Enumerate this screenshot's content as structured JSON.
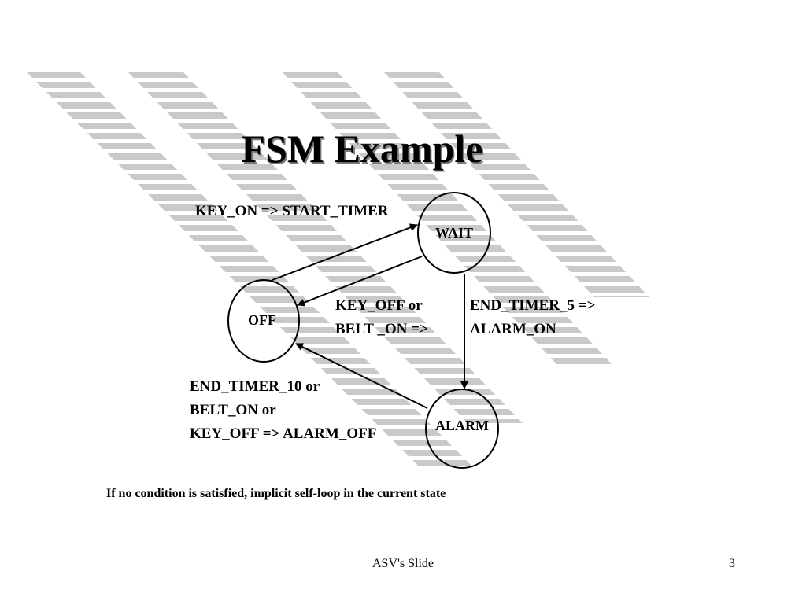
{
  "slide": {
    "title": "FSM Example",
    "note": "If no condition is satisfied, implicit self-loop in the current state",
    "footer_text": "ASV's Slide",
    "page_number": "3"
  },
  "diagram": {
    "states": [
      {
        "id": "wait",
        "label": "WAIT"
      },
      {
        "id": "off",
        "label": "OFF"
      },
      {
        "id": "alarm",
        "label": "ALARM"
      }
    ],
    "transitions": [
      {
        "from": "off",
        "to": "wait",
        "lines": [
          "KEY_ON => START_TIMER"
        ]
      },
      {
        "from": "wait",
        "to": "off",
        "lines": [
          "KEY_OFF or",
          "BELT _ON =>"
        ]
      },
      {
        "from": "wait",
        "to": "alarm",
        "lines": [
          "END_TIMER_5 =>",
          "ALARM_ON"
        ]
      },
      {
        "from": "alarm",
        "to": "off",
        "lines": [
          "END_TIMER_10 or",
          "BELT_ON or",
          "KEY_OFF => ALARM_OFF"
        ]
      }
    ]
  },
  "colors": {
    "stripe": "#c9c9c9",
    "ink": "#000000",
    "background": "#ffffff"
  }
}
